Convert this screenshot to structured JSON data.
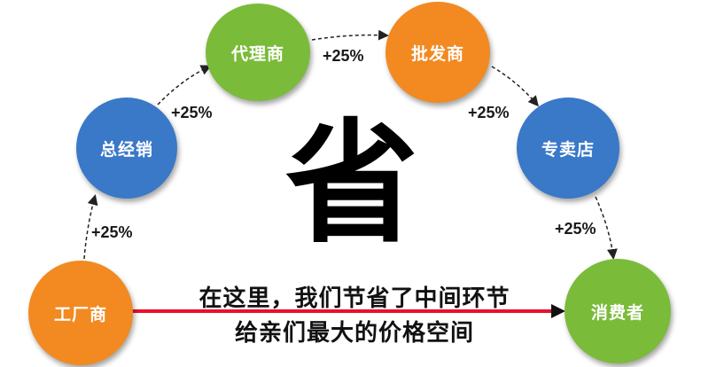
{
  "nodes": {
    "factory": {
      "label": "工厂商",
      "color": "#f28a21"
    },
    "general_distributor": {
      "label": "总经销",
      "color": "#3a78c8"
    },
    "agent": {
      "label": "代理商",
      "color": "#7bbb3a"
    },
    "wholesaler": {
      "label": "批发商",
      "color": "#f28a21"
    },
    "specialty_store": {
      "label": "专卖店",
      "color": "#3a78c8"
    },
    "consumer": {
      "label": "消费者",
      "color": "#7bbb3a"
    }
  },
  "markups": [
    "+25%",
    "+25%",
    "+25%",
    "+25%",
    "+25%"
  ],
  "center_char": "省",
  "caption": {
    "line1": "在这里，我们节省了中间环节",
    "line2": "给亲们最大的价格空间"
  },
  "colors": {
    "direct_arrow": "#e8102d",
    "dashed_arrow": "#222222"
  }
}
